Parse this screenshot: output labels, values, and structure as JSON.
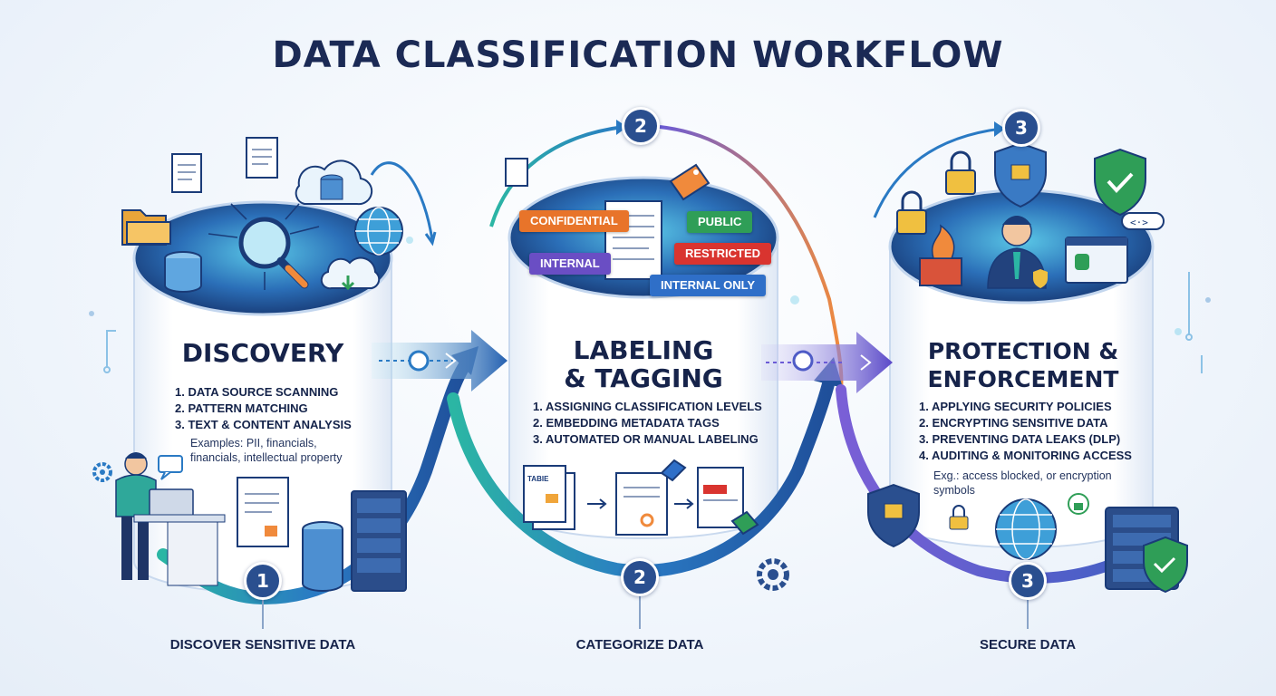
{
  "title": "DATA CLASSIFICATION WORKFLOW",
  "stages": [
    {
      "number": "1",
      "title_line1": "DISCOVERY",
      "steps": [
        "1. Data Source Scanning",
        "2. Pattern Matching",
        "3. Text & Content Analysis"
      ],
      "note_line1": "Examples: PII, financials,",
      "note_line2": "financials, intellectual property",
      "caption": "DISCOVER SENSITIVE DATA"
    },
    {
      "number": "2",
      "title_line1": "LABELING",
      "title_line2": "& TAGGING",
      "steps": [
        "1. Assigning Classification Levels",
        "2. Embedding Metadata Tags",
        "3. Automated or Manual Labeling"
      ],
      "tags": [
        "CONFIDENTIAL",
        "PUBLIC",
        "INTERNAL",
        "RESTRICTED",
        "INTERNAL ONLY"
      ],
      "doc_label": "TABIE",
      "caption": "CATEGORIZE DATA"
    },
    {
      "number": "3",
      "title_line1": "PROTECTION &",
      "title_line2": "ENFORCEMENT",
      "steps": [
        "1. Applying Security Policies",
        "2. Encrypting Sensitive Data",
        "3. Preventing Data Leaks (DLP)",
        "4. Auditing & Monitoring Access"
      ],
      "note_line1": "Exg.: access blocked, or encryption",
      "note_line2": "symbols",
      "caption": "SECURE DATA"
    }
  ],
  "colors": {
    "title": "#1b2a55",
    "badge": "#2a4f8f",
    "arrow_teal": "#2bb6a4",
    "arrow_blue": "#2a7ac4",
    "arrow_purple": "#6b5bd6",
    "arrow_orange": "#f08a3c",
    "tag_orange": "#e8742a",
    "tag_green": "#2f9e57",
    "tag_purple": "#6a4ec4",
    "tag_red": "#d9342f",
    "tag_blue": "#2f6fc8"
  },
  "icons": [
    "document-icon",
    "folder-icon",
    "magnifier-icon",
    "cloud-database-icon",
    "globe-icon",
    "database-icon",
    "cloud-upload-icon",
    "person-laptop-icon",
    "server-rack-icon",
    "gear-icon",
    "price-tag-icon",
    "padlock-icon",
    "shield-check-icon",
    "firewall-icon",
    "security-officer-icon",
    "browser-window-icon",
    "code-icon",
    "chat-bubble-icon"
  ]
}
